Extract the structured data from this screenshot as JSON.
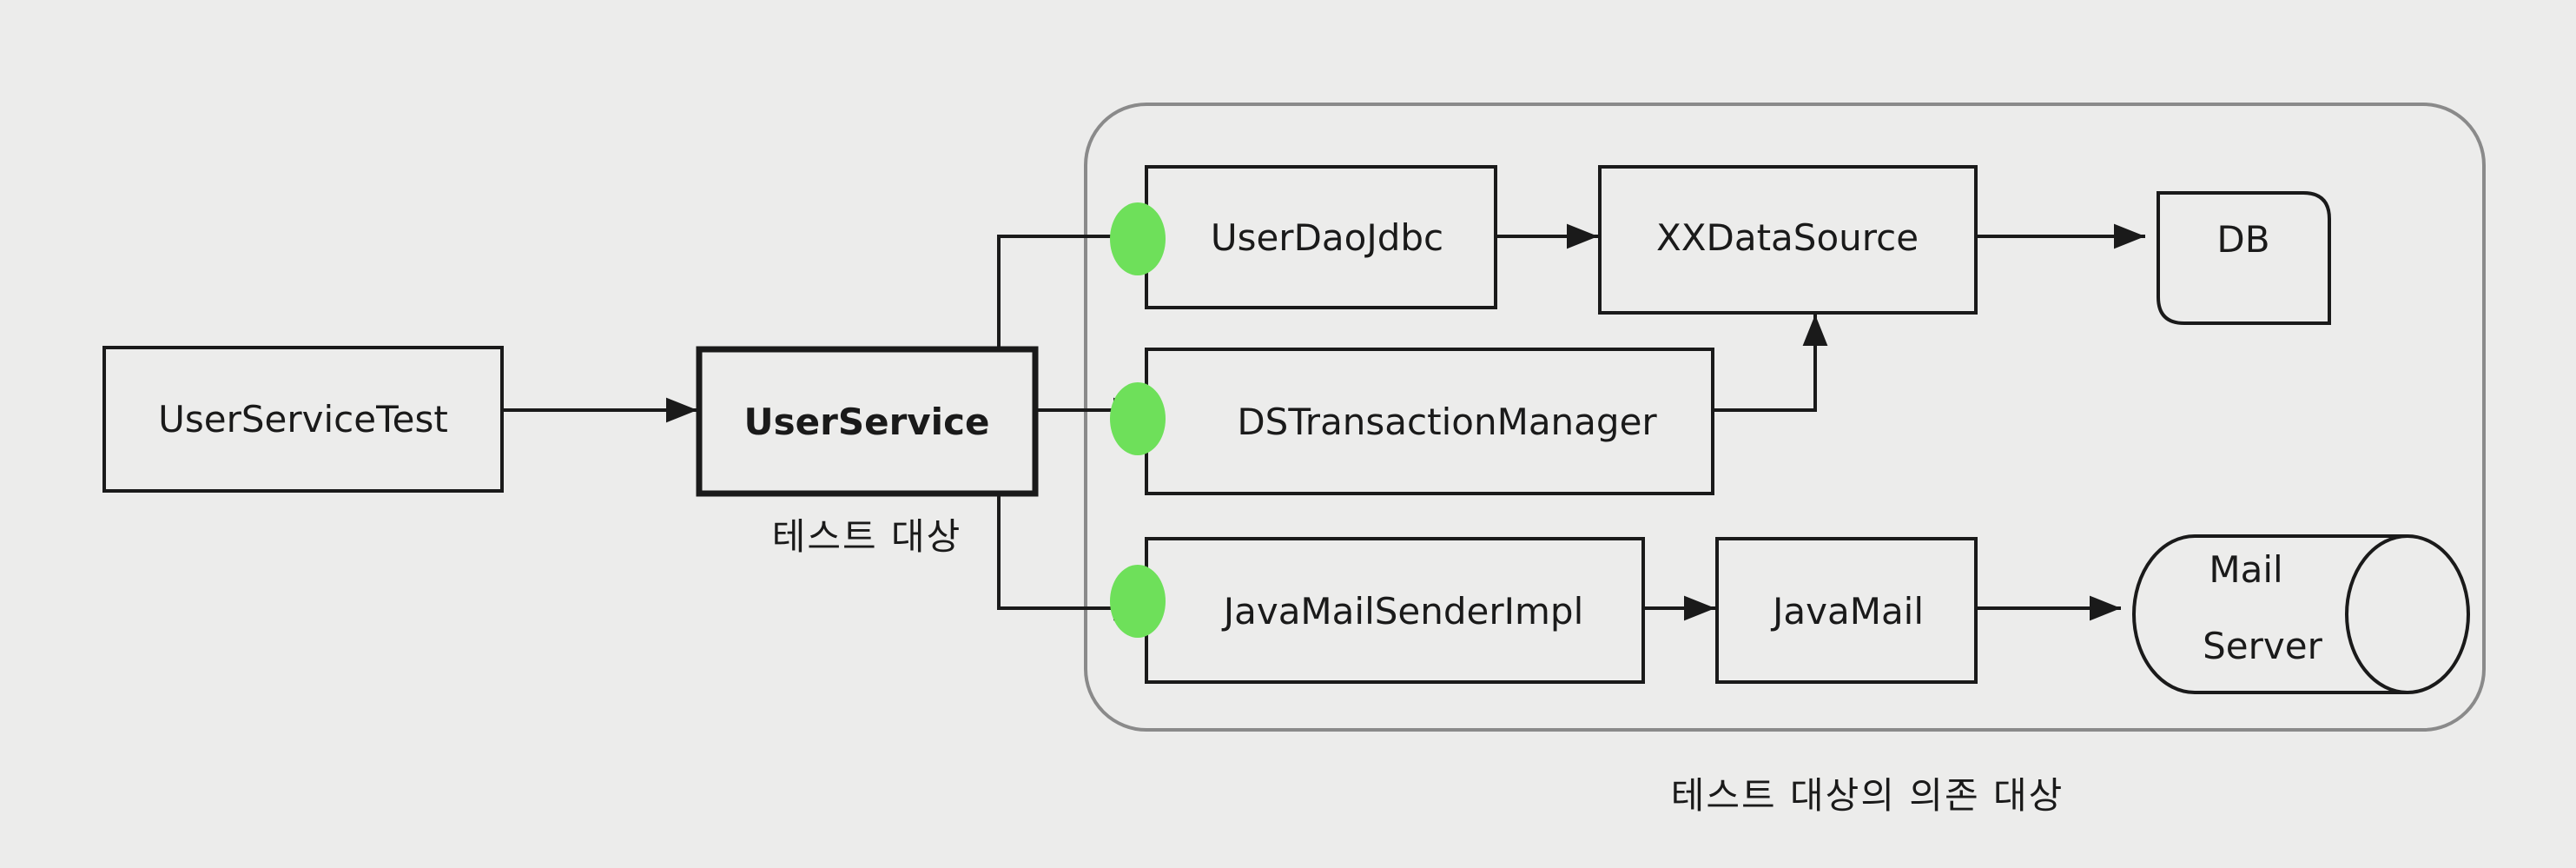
{
  "nodes": {
    "user_service_test": "UserServiceTest",
    "user_service": "UserService",
    "user_dao_jdbc": "UserDaoJdbc",
    "xx_data_source": "XXDataSource",
    "db": "DB",
    "ds_transaction_manager": "DSTransactionManager",
    "java_mail_sender_impl": "JavaMailSenderImpl",
    "java_mail": "JavaMail",
    "mail_server_line1": "Mail",
    "mail_server_line2": "Server"
  },
  "captions": {
    "test_target": "테스트 대상",
    "dependencies": "테스트 대상의 의존 대상"
  },
  "colors": {
    "background": "#ececeb",
    "stroke": "#1a1a1a",
    "group_border": "#8a8a8a",
    "highlight": "#6ee05a"
  }
}
